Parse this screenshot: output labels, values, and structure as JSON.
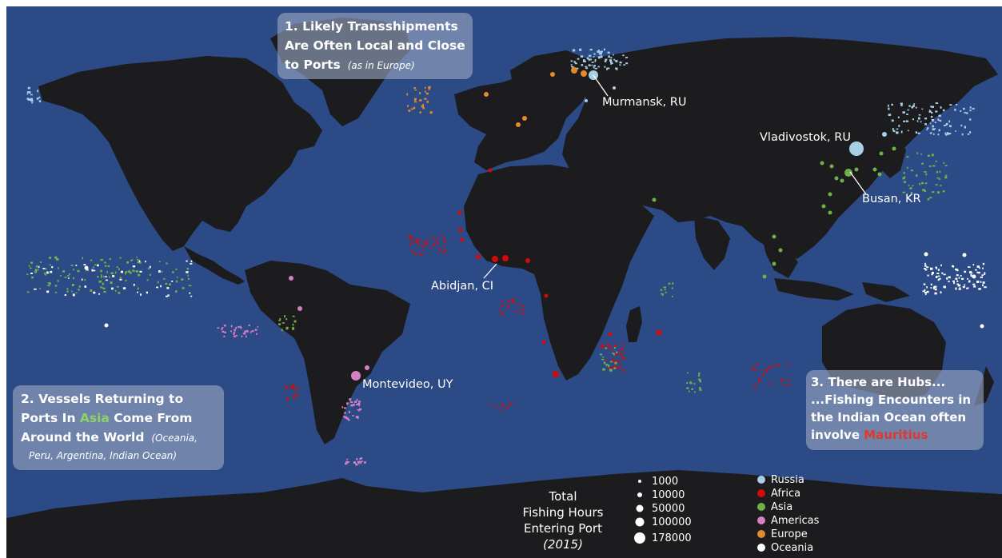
{
  "colors": {
    "ocean": "#2c4a85",
    "land": "#1c1c1e",
    "callout_box": "#9aa7c4",
    "Russia": "#a9cfe6",
    "Africa": "#d10a0a",
    "Asia": "#6fb04a",
    "Americas": "#d67fc3",
    "Europe": "#e48a2a",
    "Oceania": "#ffffff",
    "mauritius_text": "#e0392b"
  },
  "callouts": {
    "c1": {
      "line1": "1. Likely Transshipments",
      "line2": "Are Often Local and Close",
      "line3_bold": "to Ports",
      "line3_italic": "(as in Europe)"
    },
    "c2": {
      "line1": "2. Vessels Returning to",
      "line2_a": "Ports In ",
      "line2_highlight": "Asia",
      "line2_b": " Come From",
      "line3_bold": "Around the World",
      "line3_italic": "(Oceania,",
      "line4_italic": "Peru, Argentina, Indian Ocean)"
    },
    "c3": {
      "line1": "3. There are Hubs...",
      "line2": "...Fishing Encounters in",
      "line3": "the Indian Ocean often",
      "line4_a": "involve ",
      "line4_highlight": "Mauritius"
    }
  },
  "port_labels": {
    "murmansk": "Murmansk, RU",
    "vladivostok": "Vladivostok, RU",
    "busan": "Busan, KR",
    "abidjan": "Abidjan, CI",
    "montevideo": "Montevideo, UY"
  },
  "size_legend": {
    "title_lines": [
      "Total",
      "Fishing Hours",
      "Entering Port"
    ],
    "year": "(2015)",
    "values": [
      "1000",
      "10000",
      "50000",
      "100000",
      "178000"
    ]
  },
  "region_legend": {
    "items": [
      {
        "name": "Russia",
        "color": "#a9cfe6"
      },
      {
        "name": "Africa",
        "color": "#d10a0a"
      },
      {
        "name": "Asia",
        "color": "#6fb04a"
      },
      {
        "name": "Americas",
        "color": "#d67fc3"
      },
      {
        "name": "Europe",
        "color": "#e48a2a"
      },
      {
        "name": "Oceania",
        "color": "#ffffff"
      }
    ]
  }
}
